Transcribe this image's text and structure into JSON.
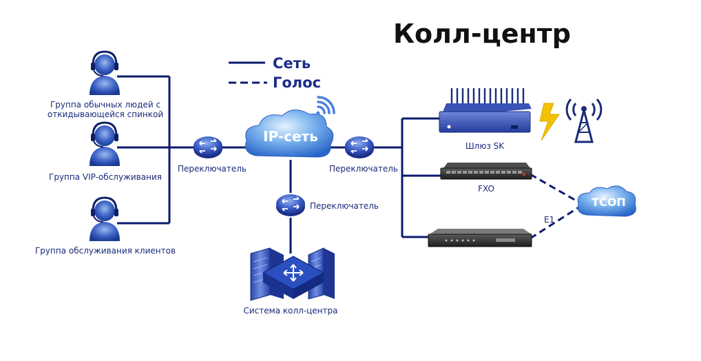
{
  "title": "Колл-центр",
  "legend": {
    "network": "Сеть",
    "voice": "Голос"
  },
  "groups": {
    "ordinary_line1": "Группа обычных людей с",
    "ordinary_line2": "откидывающейся спинкой",
    "vip": "Группа VIP-обслуживания",
    "customer": "Группа обслуживания клиентов"
  },
  "network": {
    "cloud_label": "IP-сеть",
    "switch_left": "Переключатель",
    "switch_right": "Переключатель",
    "switch_bottom": "Переключатель"
  },
  "devices": {
    "gateway": "Шлюз SK",
    "fxo": "FXO",
    "e1": "E1",
    "pstn": "ТСОП",
    "callcenter_system": "Система колл-центра"
  },
  "colors": {
    "line": "#0b1a6e",
    "accent": "#2b4fb8",
    "cloud": "#3e7fd6",
    "lightning": "#f2c200"
  }
}
